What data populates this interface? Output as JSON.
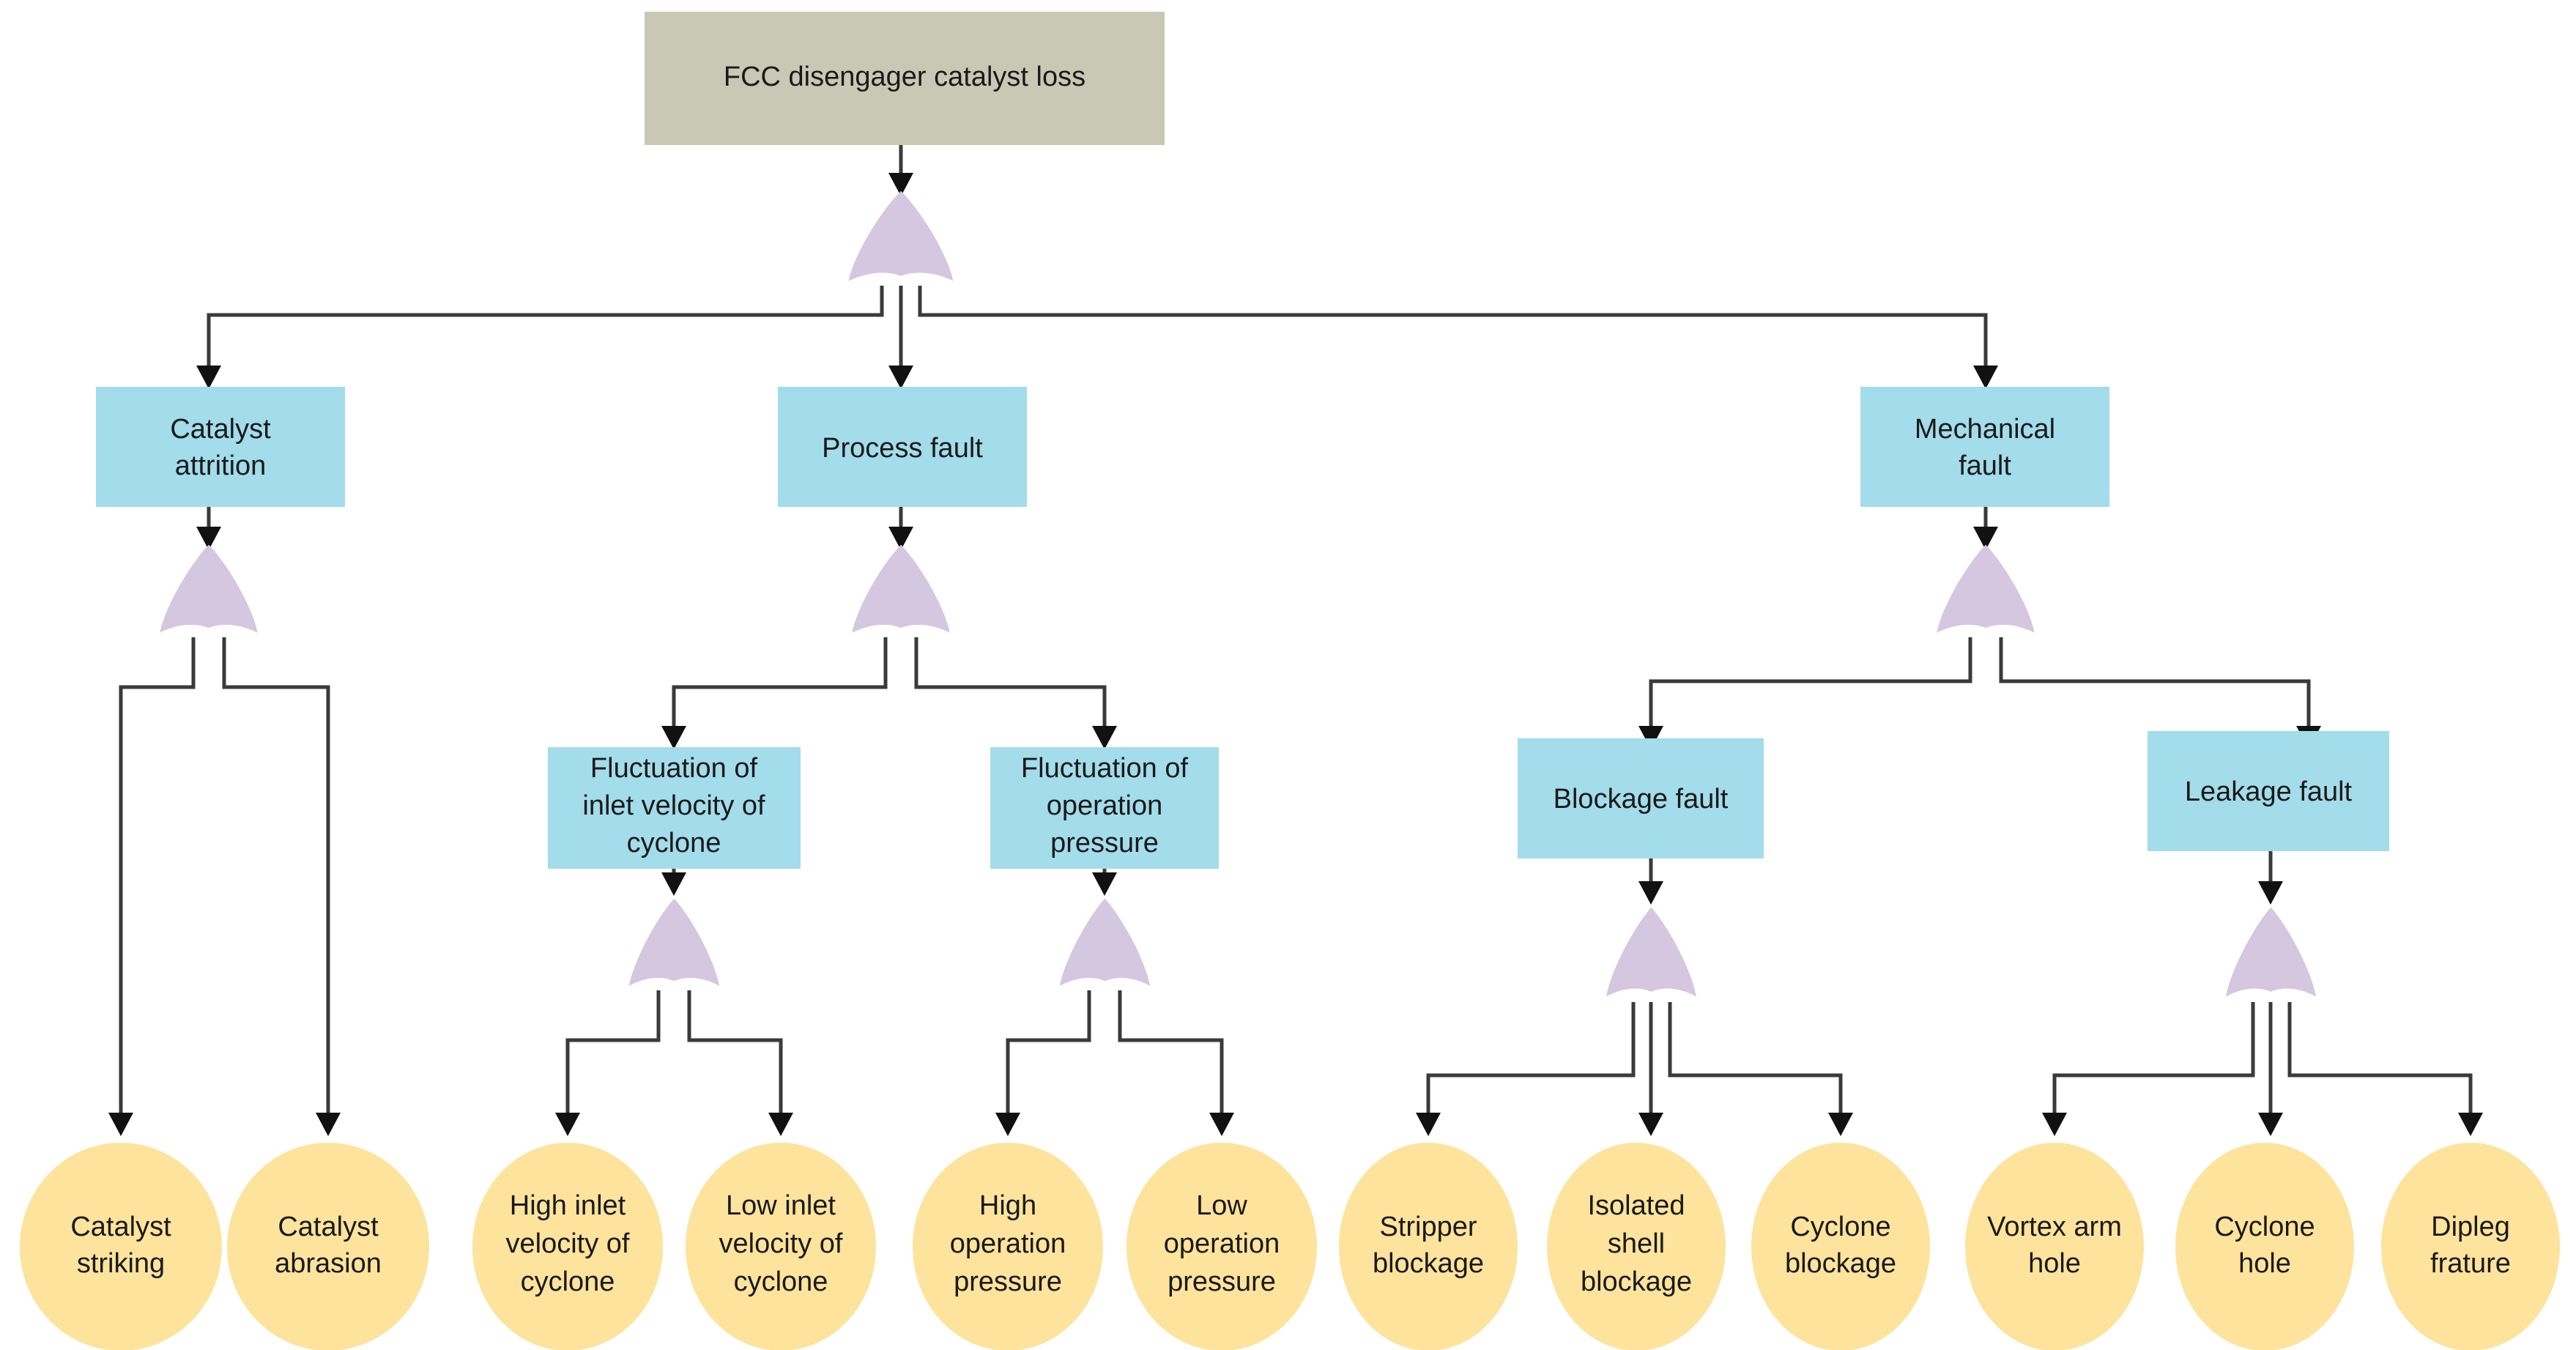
{
  "diagram": {
    "type": "fault-tree",
    "title": "FCC disengager catalyst loss fault tree",
    "colors": {
      "top_event_fill": "#c9c8b5",
      "intermediate_event_fill": "#a3dcea",
      "basic_event_fill": "#fde39c",
      "or_gate_fill": "#d5c7e0",
      "connector_stroke": "#3a3a3a",
      "arrowhead_fill": "#111111",
      "background": "#ffffff",
      "text": "#1a1a1a"
    },
    "gate_type_label": "OR"
  },
  "nodes": {
    "top_event": {
      "label": "FCC disengager catalyst loss",
      "shape": "rectangle",
      "level": 0
    },
    "intermediate_events": [
      {
        "id": "catalyst-attrition",
        "label": "Catalyst\nattrition",
        "shape": "rectangle",
        "level": 1
      },
      {
        "id": "process-fault",
        "label": "Process fault",
        "shape": "rectangle",
        "level": 1
      },
      {
        "id": "mechanical-fault",
        "label": "Mechanical\nfault",
        "shape": "rectangle",
        "level": 1
      },
      {
        "id": "fluctuation-inlet-velocity",
        "label": "Fluctuation of\ninlet velocity of\ncyclone",
        "shape": "rectangle",
        "level": 2
      },
      {
        "id": "fluctuation-operation-pressure",
        "label": "Fluctuation of\noperation\npressure",
        "shape": "rectangle",
        "level": 2
      },
      {
        "id": "blockage-fault",
        "label": "Blockage fault",
        "shape": "rectangle",
        "level": 2
      },
      {
        "id": "leakage-fault",
        "label": "Leakage fault",
        "shape": "rectangle",
        "level": 2
      }
    ],
    "basic_events": [
      {
        "id": "catalyst-striking",
        "label": "Catalyst\nstriking",
        "shape": "ellipse"
      },
      {
        "id": "catalyst-abrasion",
        "label": "Catalyst\nabrasion",
        "shape": "ellipse"
      },
      {
        "id": "high-inlet-velocity",
        "label": "High inlet\nvelocity of\ncyclone",
        "shape": "ellipse"
      },
      {
        "id": "low-inlet-velocity",
        "label": "Low inlet\nvelocity of\ncyclone",
        "shape": "ellipse"
      },
      {
        "id": "high-operation-pressure",
        "label": "High\noperation\npressure",
        "shape": "ellipse"
      },
      {
        "id": "low-operation-pressure",
        "label": "Low\noperation\npressure",
        "shape": "ellipse"
      },
      {
        "id": "stripper-blockage",
        "label": "Stripper\nblockage",
        "shape": "ellipse"
      },
      {
        "id": "isolated-shell-blockage",
        "label": "Isolated\nshell\nblockage",
        "shape": "ellipse"
      },
      {
        "id": "cyclone-blockage",
        "label": "Cyclone\nblockage",
        "shape": "ellipse"
      },
      {
        "id": "vortex-arm-hole",
        "label": "Vortex arm\nhole",
        "shape": "ellipse"
      },
      {
        "id": "cyclone-hole",
        "label": "Cyclone\nhole",
        "shape": "ellipse"
      },
      {
        "id": "dipleg-frature",
        "label": "Dipleg\nfrature",
        "shape": "ellipse"
      }
    ],
    "gates": [
      {
        "id": "gate-top",
        "type": "OR",
        "parent": "top_event",
        "children": [
          "catalyst-attrition",
          "process-fault",
          "mechanical-fault"
        ]
      },
      {
        "id": "gate-catalyst-attrition",
        "type": "OR",
        "parent": "catalyst-attrition",
        "children": [
          "catalyst-striking",
          "catalyst-abrasion"
        ]
      },
      {
        "id": "gate-process-fault",
        "type": "OR",
        "parent": "process-fault",
        "children": [
          "fluctuation-inlet-velocity",
          "fluctuation-operation-pressure"
        ]
      },
      {
        "id": "gate-mechanical-fault",
        "type": "OR",
        "parent": "mechanical-fault",
        "children": [
          "blockage-fault",
          "leakage-fault"
        ]
      },
      {
        "id": "gate-inlet-velocity",
        "type": "OR",
        "parent": "fluctuation-inlet-velocity",
        "children": [
          "high-inlet-velocity",
          "low-inlet-velocity"
        ]
      },
      {
        "id": "gate-operation-pressure",
        "type": "OR",
        "parent": "fluctuation-operation-pressure",
        "children": [
          "high-operation-pressure",
          "low-operation-pressure"
        ]
      },
      {
        "id": "gate-blockage-fault",
        "type": "OR",
        "parent": "blockage-fault",
        "children": [
          "stripper-blockage",
          "isolated-shell-blockage",
          "cyclone-blockage"
        ]
      },
      {
        "id": "gate-leakage-fault",
        "type": "OR",
        "parent": "leakage-fault",
        "children": [
          "vortex-arm-hole",
          "cyclone-hole",
          "dipleg-frature"
        ]
      }
    ]
  }
}
